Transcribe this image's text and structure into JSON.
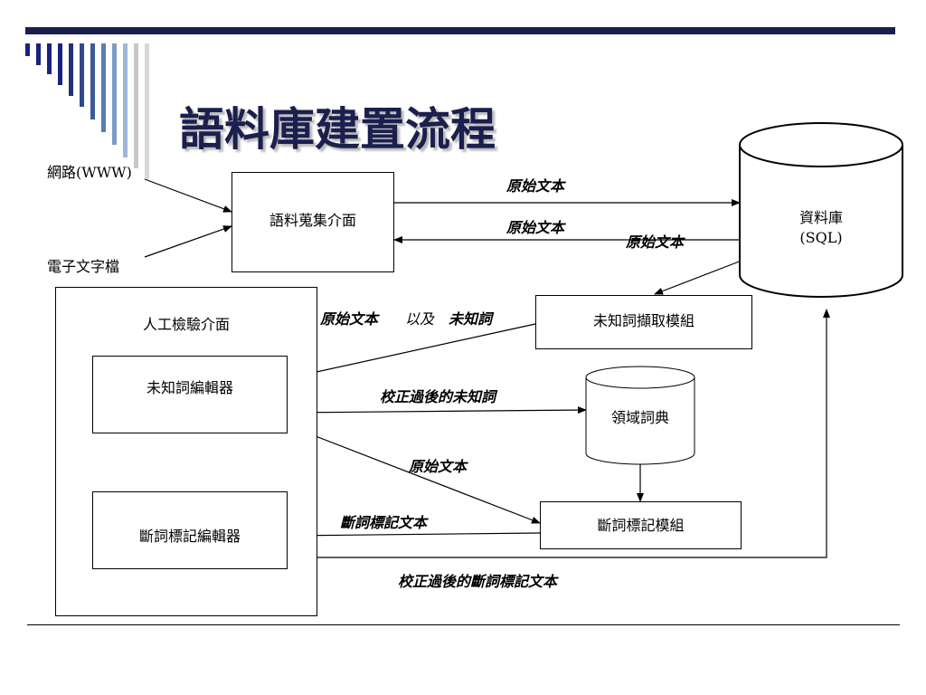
{
  "title": "語料庫建置流程",
  "sources": {
    "web": "網路(WWW)",
    "efile": "電子文字檔"
  },
  "boxes": {
    "collect": "語料蒐集介面",
    "database": {
      "name": "資料庫",
      "sub": "(SQL)"
    },
    "manual_panel": "人工檢驗介面",
    "unknown_editor": "未知詞編輯器",
    "segment_editor": "斷詞標記編輯器",
    "extract_module": "未知詞擷取模組",
    "domain_dict": "領域詞典",
    "segment_module": "斷詞標記模組"
  },
  "edge_labels": {
    "raw_to_db": "原始文本",
    "db_to_collect": "原始文本",
    "db_to_extract": "原始文本",
    "raw_and_unknown_a": "原始文本",
    "raw_and_unknown_b": "以及",
    "raw_and_unknown_c": "未知詞",
    "corrected_unknown": "校正過後的未知詞",
    "raw_to_segment": "原始文本",
    "segmented_text": "斷詞標記文本",
    "corrected_segmented": "校正過後的斷詞標記文本"
  },
  "colors": {
    "navy": "#1a1f4d",
    "stripe_dark": "#1a237e",
    "stripe_mid": "#3d5a99",
    "stripe_light": "#7a9cc6",
    "stripe_grey": "#c8c8c8"
  }
}
